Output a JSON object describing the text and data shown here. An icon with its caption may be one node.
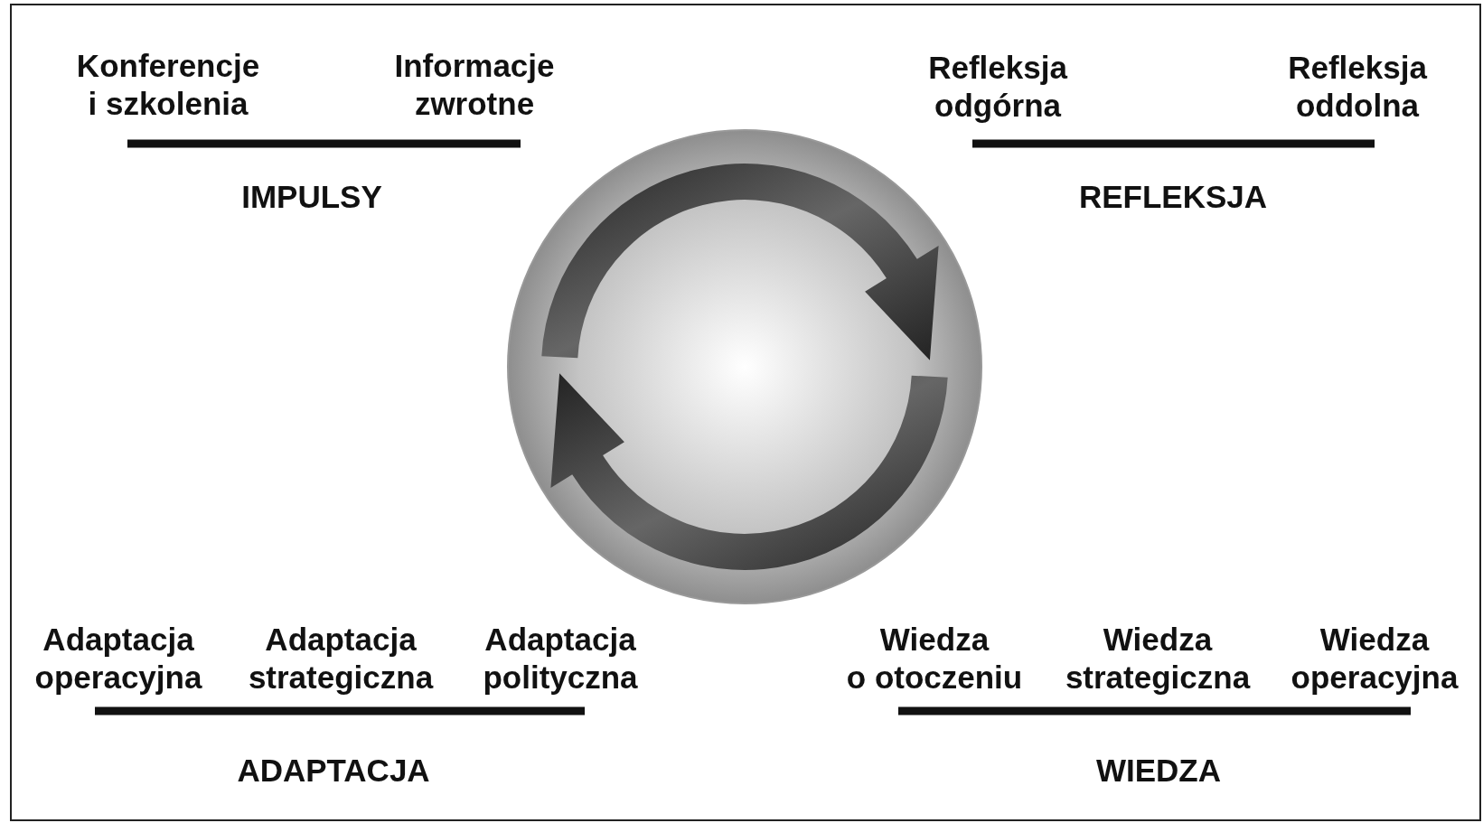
{
  "diagram": {
    "labels": [
      "Konferencje i szkolenia",
      "Informacje zwrotne",
      "Refleksja odgórna",
      "Refleksja oddolna",
      "IMPULSY",
      "REFLEKSJA",
      "Adaptacja operacyjna",
      "Adaptacja strategiczna",
      "Adaptacja polityczna",
      "Wiedza o otoczeniu",
      "Wiedza strategiczna",
      "Wiedza operacyjna",
      "ADAPTACJA",
      "WIEDZA"
    ]
  }
}
